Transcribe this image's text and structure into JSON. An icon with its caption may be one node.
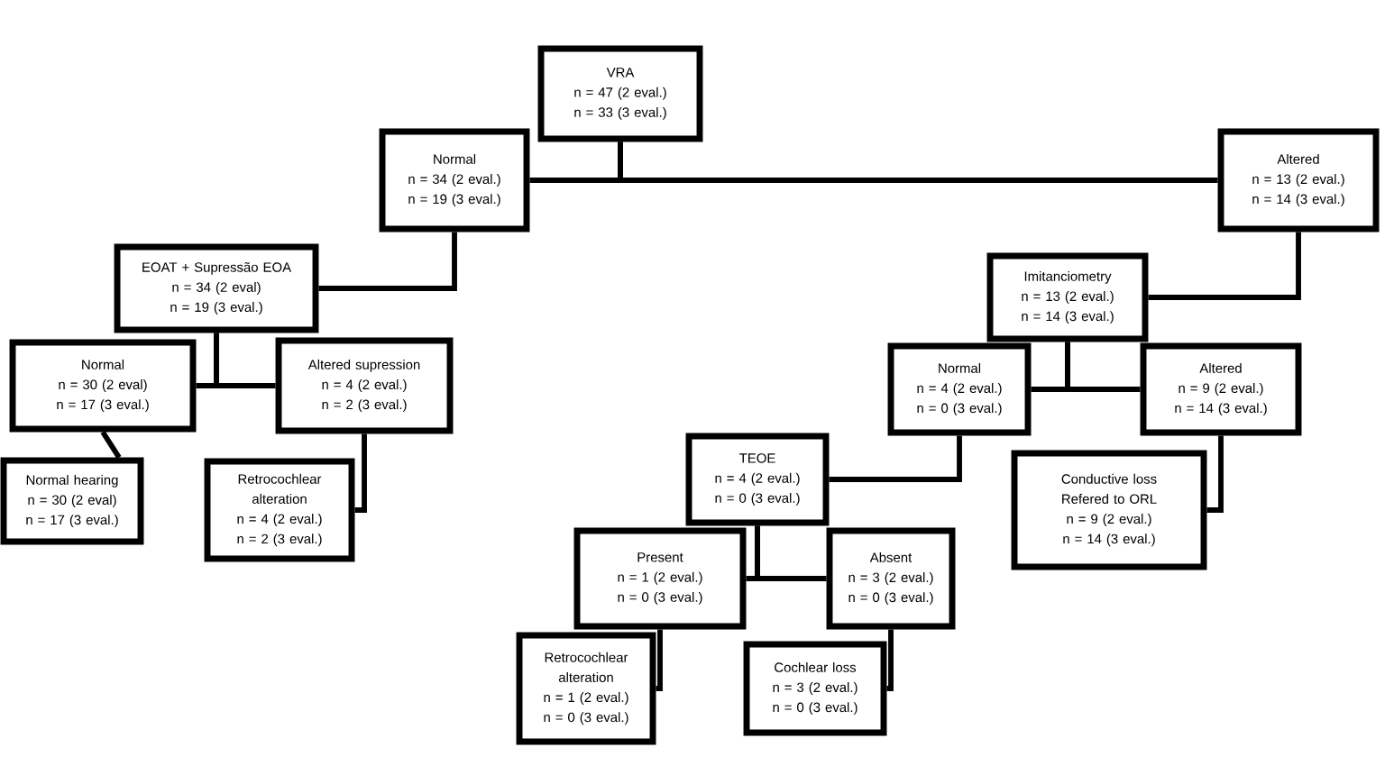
{
  "diagram": {
    "nodes": [
      {
        "text": [
          "VRA",
          "n = 47 (2 eval.)",
          "n = 33 (3 eval.)"
        ]
      },
      {
        "text": [
          "Normal",
          "n = 34 (2 eval.)",
          "n = 19 (3 eval.)"
        ]
      },
      {
        "text": [
          "Altered",
          "n = 13 (2 eval.)",
          "n = 14 (3 eval.)"
        ]
      },
      {
        "text": [
          "EOAT + Supressão EOA",
          "n = 34 (2 eval)",
          "n = 19 (3 eval.)"
        ]
      },
      {
        "text": [
          "Normal",
          "n = 30 (2 eval)",
          "n = 17 (3 eval.)"
        ]
      },
      {
        "text": [
          "Altered supression",
          "n = 4 (2 eval.)",
          "n = 2 (3 eval.)"
        ]
      },
      {
        "text": [
          "Normal hearing",
          "n = 30 (2 eval)",
          "n = 17 (3 eval.)"
        ]
      },
      {
        "text": [
          "Retrocochlear alteration",
          "n = 4 (2 eval.)",
          "n = 2 (3 eval.)"
        ]
      },
      {
        "text": [
          "Imitanciometry",
          "n = 13 (2 eval.)",
          "n = 14 (3 eval.)"
        ]
      },
      {
        "text": [
          "Normal",
          "n = 4 (2 eval.)",
          "n = 0 (3 eval.)"
        ]
      },
      {
        "text": [
          "Altered",
          "n = 9 (2 eval.)",
          "n = 14 (3 eval.)"
        ]
      },
      {
        "text": [
          "TEOE",
          "n = 4 (2 eval.)",
          "n = 0 (3 eval.)"
        ]
      },
      {
        "text": [
          "Conductive loss",
          "Refered to ORL",
          "n = 9 (2 eval.)",
          "n = 14 (3 eval.)"
        ]
      },
      {
        "text": [
          "Present",
          "n = 1 (2 eval.)",
          "n = 0 (3 eval.)"
        ]
      },
      {
        "text": [
          "Absent",
          "n = 3 (2 eval.)",
          "n = 0 (3 eval.)"
        ]
      },
      {
        "text": [
          "Retrocochlear alteration",
          "n = 1 (2 eval.)",
          "n = 0 (3 eval.)"
        ]
      },
      {
        "text": [
          "Cochlear loss",
          "n = 3 (2 eval.)",
          "n = 0 (3 eval.)"
        ]
      }
    ],
    "edges": [
      {
        "from": 0,
        "to": 1,
        "arrow": "none"
      },
      {
        "from": 0,
        "to": 2,
        "arrow": "none"
      },
      {
        "from": 1,
        "to": 3,
        "arrow": "none"
      },
      {
        "from": 2,
        "to": 8,
        "arrow": "none"
      },
      {
        "from": 3,
        "to": 4,
        "arrow": "none"
      },
      {
        "from": 3,
        "to": 5,
        "arrow": "none"
      },
      {
        "from": 4,
        "to": 6,
        "arrow": "none"
      },
      {
        "from": 5,
        "to": 7,
        "arrow": "none"
      },
      {
        "from": 8,
        "to": 9,
        "arrow": "none"
      },
      {
        "from": 8,
        "to": 10,
        "arrow": "none"
      },
      {
        "from": 9,
        "to": 11,
        "arrow": "none"
      },
      {
        "from": 10,
        "to": 12,
        "arrow": "none"
      },
      {
        "from": 11,
        "to": 13,
        "arrow": "none"
      },
      {
        "from": 11,
        "to": 14,
        "arrow": "none"
      },
      {
        "from": 13,
        "to": 15,
        "arrow": "none"
      },
      {
        "from": 14,
        "to": 16,
        "arrow": "none"
      }
    ]
  }
}
